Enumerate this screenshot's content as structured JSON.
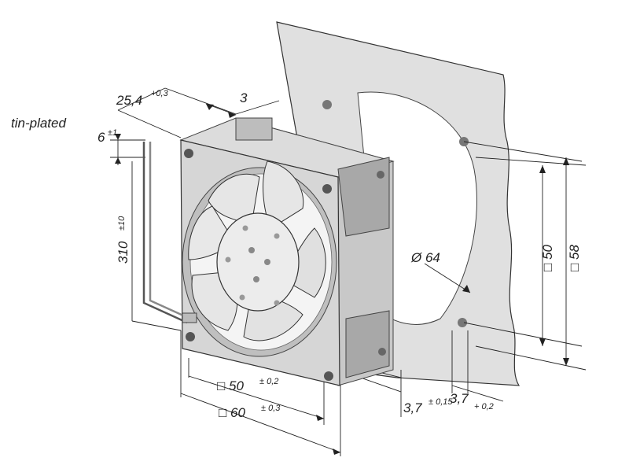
{
  "labels": {
    "wire_note": "tin-plated",
    "depth": "25,4",
    "depth_tol": "+0,3",
    "flange": "3",
    "strip": "6",
    "strip_tol": "±1",
    "lead_len": "310",
    "lead_tol": "±10",
    "cutout_dia": "Ø 64",
    "hole_spacing_panel": "□ 50",
    "panel_outer": "□ 58",
    "hole_spacing": "□ 50",
    "hole_spacing_tol": "± 0,2",
    "frame_size": "□ 60",
    "frame_size_tol": "± 0,3",
    "hole_dia": "3,7",
    "hole_dia_tol": "± 0,15",
    "panel_hole": "3,7",
    "panel_hole_tol": "+ 0,2"
  },
  "colors": {
    "panel": "#e0e0e0",
    "frame": "#d2d2d2",
    "frame_dark": "#9a9a9a",
    "blade": "#e4e4e4",
    "hub": "#ececec",
    "line": "#222222"
  }
}
